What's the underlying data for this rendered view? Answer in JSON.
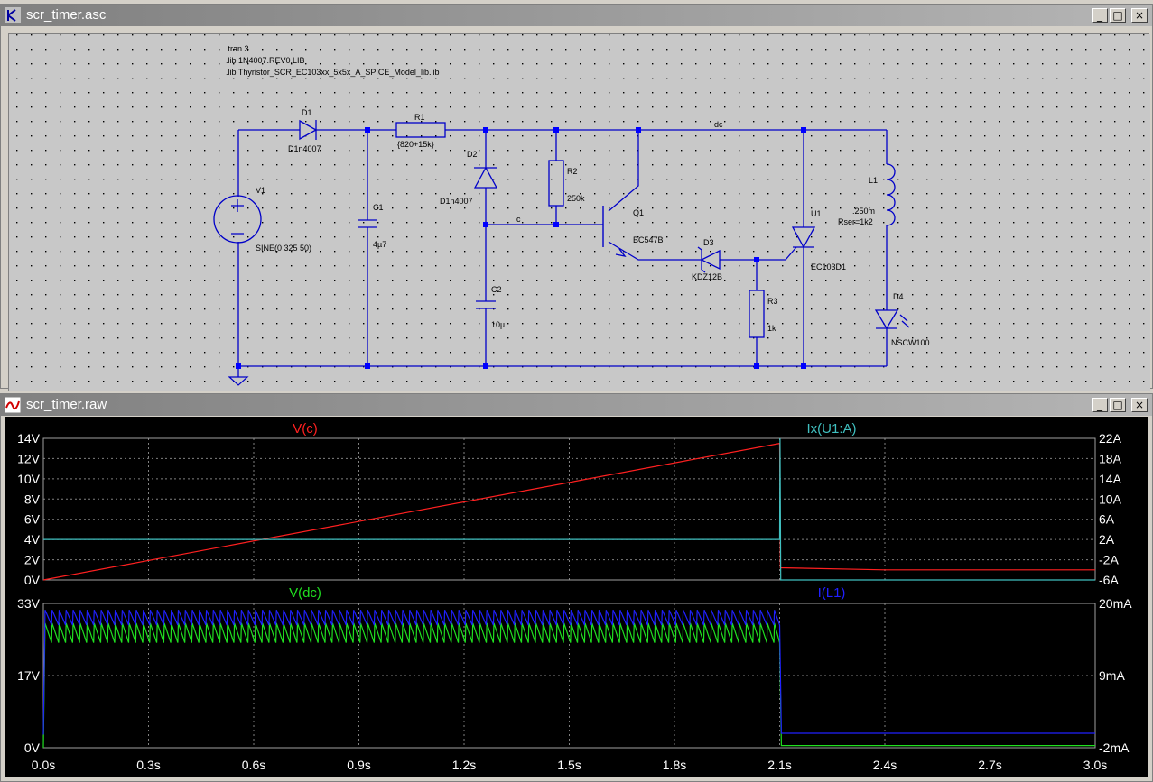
{
  "schematic": {
    "title": "scr_timer.asc",
    "directives": [
      ".tran 3",
      ".lib 1N4007.REV0.LIB",
      ".lib Thyristor_SCR_EC103xx_5x5x_A_SPICE_Model_lib.lib"
    ],
    "parts": {
      "d1_name": "D1",
      "d1_value": "D1n4007",
      "r1_name": "R1",
      "r1_value": "{820+15k}",
      "d2_name": "D2",
      "d2_value": "D1n4007",
      "r2_name": "R2",
      "r2_value": "250k",
      "q1_name": "Q1",
      "q1_value": "BC547B",
      "d3_name": "D3",
      "d3_value": "KDZ12B",
      "r3_name": "R3",
      "r3_value": "1k",
      "u1_name": "U1",
      "u1_value": "EC103D1",
      "l1_name": "L1",
      "l1_value": ".250m",
      "l1_rser": "Rser=1k2",
      "d4_name": "D4",
      "d4_value": "NSCW100",
      "v1_name": "V1",
      "v1_value": "SINE(0 325 50)",
      "c1_name": "C1",
      "c1_value": "4µ7",
      "c2_name": "C2",
      "c2_value": "10µ"
    },
    "nets": {
      "dc": "dc",
      "c": "c"
    }
  },
  "waveform": {
    "title": "scr_timer.raw",
    "top_left_trace": "V(c)",
    "top_right_trace": "Ix(U1:A)",
    "bottom_left_trace": "V(dc)",
    "bottom_right_trace": "I(L1)",
    "top_left_ticks": [
      "14V",
      "12V",
      "10V",
      "8V",
      "6V",
      "4V",
      "2V",
      "0V"
    ],
    "top_right_ticks": [
      "22A",
      "18A",
      "14A",
      "10A",
      "6A",
      "2A",
      "-2A",
      "-6A"
    ],
    "bottom_left_ticks": [
      "33V",
      "17V",
      "0V"
    ],
    "bottom_right_ticks": [
      "20mA",
      "9mA",
      "-2mA"
    ],
    "x_ticks": [
      "0.0s",
      "0.3s",
      "0.6s",
      "0.9s",
      "1.2s",
      "1.5s",
      "1.8s",
      "2.1s",
      "2.4s",
      "2.7s",
      "3.0s"
    ]
  },
  "colors": {
    "wire": "#0000c8",
    "junction": "#0000ff",
    "trace_vc": "#ff2020",
    "trace_ix": "#40c0c0",
    "trace_vdc": "#20e020",
    "trace_il": "#2020ff",
    "grid": "#808080"
  },
  "chart_data": [
    {
      "type": "line",
      "title": "",
      "xlabel": "",
      "ylabel": "",
      "xlim": [
        0,
        3.0
      ],
      "series": [
        {
          "name": "V(c)",
          "axis": "left",
          "ylim": [
            0,
            14
          ],
          "x": [
            0.0,
            2.1,
            2.102,
            2.4,
            3.0
          ],
          "y": [
            0.0,
            13.5,
            1.2,
            1.0,
            1.0
          ]
        },
        {
          "name": "Ix(U1:A)",
          "axis": "right",
          "ylim": [
            -6,
            22
          ],
          "x": [
            0.0,
            2.1,
            2.101,
            2.103,
            3.0
          ],
          "y": [
            2.0,
            2.0,
            22.0,
            -6.0,
            -6.0
          ]
        }
      ]
    },
    {
      "type": "line",
      "title": "",
      "xlabel": "",
      "ylabel": "",
      "xlim": [
        0,
        3.0
      ],
      "series": [
        {
          "name": "V(dc)",
          "axis": "left",
          "ylim": [
            0,
            33
          ],
          "x": [
            0.0,
            0.005,
            2.1,
            2.105,
            3.0
          ],
          "y": [
            0.0,
            26.5,
            26.5,
            0.5,
            0.5
          ],
          "ripple": [
            24.0,
            28.5
          ],
          "ripple_hz": 50
        },
        {
          "name": "I(L1)",
          "axis": "right",
          "ylim": [
            -2,
            20
          ],
          "x": [
            0.0,
            0.005,
            2.1,
            2.105,
            3.0
          ],
          "y": [
            0.0,
            17.8,
            17.8,
            0.2,
            0.2
          ],
          "ripple": [
            16.7,
            19.0
          ],
          "ripple_hz": 50
        }
      ]
    }
  ]
}
